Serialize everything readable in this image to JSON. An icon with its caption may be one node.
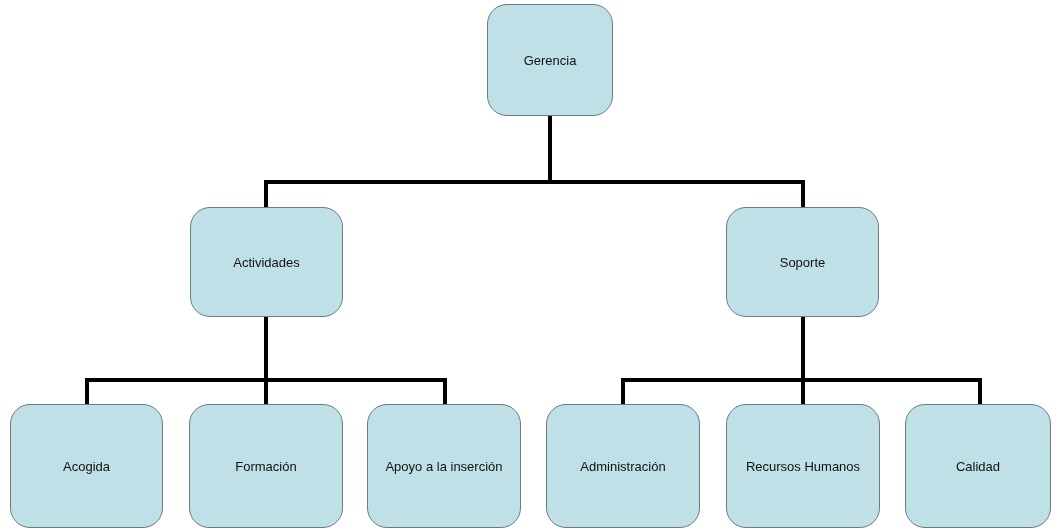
{
  "diagram": {
    "nodes": [
      {
        "text": [
          "Gerencia"
        ]
      },
      {
        "text": [
          "Actividades"
        ]
      },
      {
        "text": [
          "Soporte"
        ]
      },
      {
        "text": [
          "Acogida"
        ]
      },
      {
        "text": [
          "Formación"
        ]
      },
      {
        "text": [
          "Apoyo a la inserción"
        ]
      },
      {
        "text": [
          "Administración"
        ]
      },
      {
        "text": [
          "Recursos Humanos"
        ]
      },
      {
        "text": [
          "Calidad"
        ]
      }
    ],
    "edges": [
      {
        "from": 0,
        "to": 1,
        "arrow": "none"
      },
      {
        "from": 0,
        "to": 2,
        "arrow": "none"
      },
      {
        "from": 1,
        "to": 3,
        "arrow": "none"
      },
      {
        "from": 1,
        "to": 4,
        "arrow": "none"
      },
      {
        "from": 1,
        "to": 5,
        "arrow": "none"
      },
      {
        "from": 2,
        "to": 6,
        "arrow": "none"
      },
      {
        "from": 2,
        "to": 7,
        "arrow": "none"
      },
      {
        "from": 2,
        "to": 8,
        "arrow": "none"
      }
    ]
  }
}
